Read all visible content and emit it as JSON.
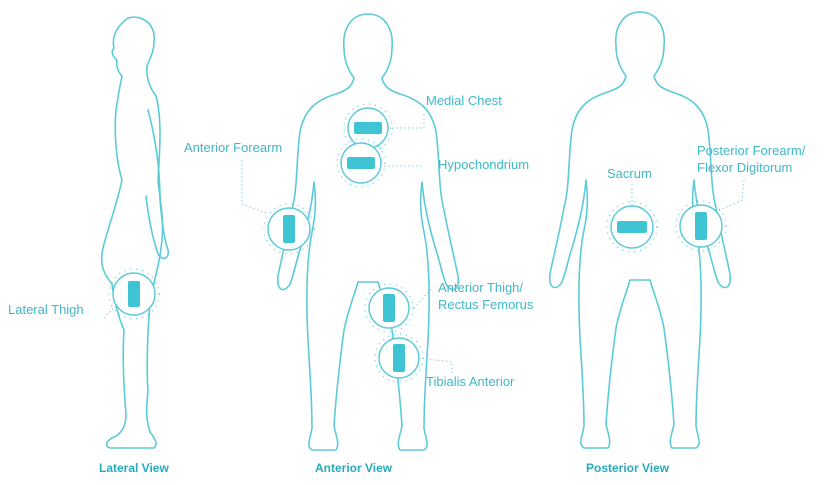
{
  "views": {
    "lateral": "Lateral View",
    "anterior": "Anterior View",
    "posterior": "Posterior View"
  },
  "sites": {
    "lateral_thigh": "Lateral Thigh",
    "anterior_forearm": "Anterior Forearm",
    "medial_chest": "Medial Chest",
    "hypochondrium": "Hypochondrium",
    "anterior_thigh_line1": "Anterior Thigh/",
    "anterior_thigh_line2": "Rectus Femorus",
    "tibialis_anterior": "Tibialis Anterior",
    "sacrum": "Sacrum",
    "posterior_forearm_line1": "Posterior Forearm/",
    "posterior_forearm_line2": "Flexor Digitorum"
  },
  "colors": {
    "outline": "#5ccbd8",
    "sensor": "#3fc4d3",
    "label": "#3fb8c8"
  }
}
